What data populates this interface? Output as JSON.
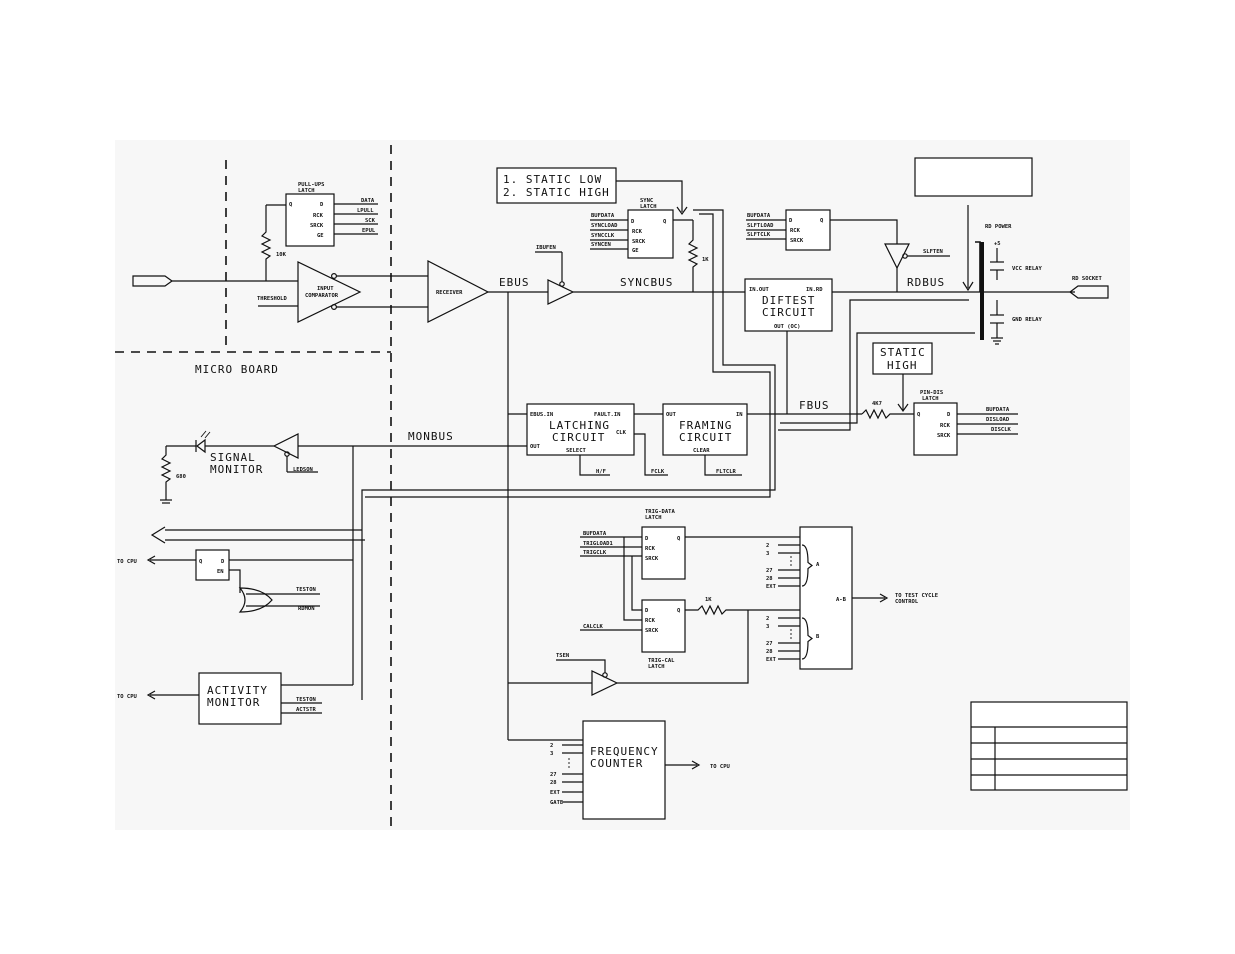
{
  "regions": {
    "micro_board": "MICRO BOARD"
  },
  "buses": {
    "ebus": "EBUS",
    "syncbus": "SYNCBUS",
    "rdbus": "RDBUS",
    "monbus": "MONBUS",
    "fbus": "FBUS"
  },
  "blocks": {
    "receiver": "RECEIVER",
    "comparator": [
      "INPUT",
      "COMPARATOR"
    ],
    "diftest": [
      "DIFTEST",
      "CIRCUIT"
    ],
    "latching": [
      "LATCHING",
      "CIRCUIT"
    ],
    "framing": [
      "FRAMING",
      "CIRCUIT"
    ],
    "signal_monitor": [
      "SIGNAL",
      "MONITOR"
    ],
    "activity_monitor": [
      "ACTIVITY",
      "MONITOR"
    ],
    "frequency_counter": [
      "FREQUENCY",
      "COUNTER"
    ],
    "static_high": [
      "STATIC",
      "HIGH"
    ],
    "static_options": [
      "1. STATIC LOW",
      "2. STATIC HIGH"
    ]
  },
  "latches": {
    "pullups": {
      "title": [
        "PULL-UPS",
        "LATCH"
      ],
      "q": "Q",
      "d": "D",
      "rck": "RCK",
      "srck": "SRCK",
      "ge": "GE"
    },
    "sync": {
      "title": [
        "SYNC",
        "LATCH"
      ],
      "q": "Q",
      "d": "D",
      "rck": "RCK",
      "srck": "SRCK",
      "ge": "GE"
    },
    "self": {
      "q": "Q",
      "d": "D",
      "rck": "RCK",
      "srck": "SRCK"
    },
    "pindis": {
      "title": [
        "PIN-DIS",
        "LATCH"
      ],
      "q": "Q",
      "d": "D",
      "rck": "RCK",
      "srck": "SRCK"
    },
    "trigdata": {
      "title": [
        "TRIG-DATA",
        "LATCH"
      ],
      "d": "D",
      "q": "Q",
      "rck": "RCK",
      "srck": "SRCK"
    },
    "trigcal": {
      "title": [
        "TRIG-CAL",
        "LATCH"
      ],
      "d": "D",
      "q": "Q",
      "rck": "RCK",
      "srck": "SRCK"
    },
    "cpu": {
      "q": "Q",
      "d": "D",
      "en": "EN"
    }
  },
  "signals": {
    "pullups": [
      "DATA",
      "LPULL",
      "SCK",
      "EPUL"
    ],
    "sync": [
      "BUFDATA",
      "SYNCLOAD",
      "SYNCCLK",
      "SYNCEN"
    ],
    "self": [
      "BUFDATA",
      "SLFTLOAD",
      "SLFTCLK"
    ],
    "pindis": [
      "BUFDATA",
      "DISLOAD",
      "DISCLK"
    ],
    "trigdata": [
      "BUFDATA",
      "TRIGLOAD1",
      "TRIGCLK"
    ],
    "calclk": "CALCLK",
    "threshold": "THRESHOLD",
    "ibufen": "IBUFEN",
    "slften": "SLFTEN",
    "ledson": "LEDSON",
    "tsen": "TSEN",
    "res_10k": "10K",
    "res_1k_sync": "1K",
    "res_1k_trig": "1K",
    "res_4k7": "4K7",
    "res_680": "680",
    "diftest_in_out": "IN.OUT",
    "diftest_in_rd": "IN.RD",
    "diftest_out": "OUT (OC)",
    "lat_ebus_in": "EBUS.IN",
    "lat_fault_in": "FAULT.IN",
    "lat_out": "OUT",
    "lat_clk": "CLK",
    "lat_select": "SELECT",
    "fr_out": "OUT",
    "fr_in": "IN",
    "fr_clear": "CLEAR",
    "hf": "H/F",
    "fclk": "FCLK",
    "fltclr": "FLTCLR",
    "teston_1": "TESTON",
    "rdmon": "RDMON",
    "teston_2": "TESTON",
    "actstr": "ACTSTR",
    "rd_power": "RD POWER",
    "plus5": "+5",
    "vcc_relay": "VCC RELAY",
    "gnd_relay": "GND RELAY",
    "rd_socket": "RD SOCKET",
    "to_cpu_1": "TO CPU",
    "to_cpu_2": "TO CPU",
    "to_cpu_3": "TO CPU",
    "to_test_cycle": [
      "TO TEST CYCLE",
      "CONTROL"
    ],
    "mux_a": "A",
    "mux_b": "B",
    "mux_ab": "A-B",
    "mux_inputs": [
      "2",
      "3",
      "27",
      "28",
      "EXT"
    ],
    "fc_inputs": [
      "2",
      "3",
      "27",
      "28",
      "EXT",
      "GATE"
    ]
  }
}
